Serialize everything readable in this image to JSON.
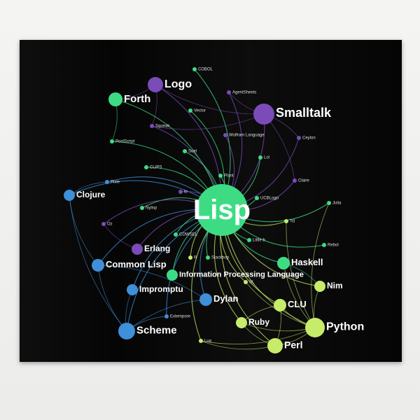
{
  "colors": {
    "background": "#050505",
    "green": "#3ddc84",
    "lime": "#c7ec6a",
    "purple": "#7b4bb8",
    "blue": "#3f8fd9"
  },
  "center": {
    "label": "Lisp"
  },
  "nodes": [
    {
      "id": "logo",
      "label": "Logo",
      "group": "purple"
    },
    {
      "id": "forth",
      "label": "Forth",
      "group": "green"
    },
    {
      "id": "smalltalk",
      "label": "Smalltalk",
      "group": "purple"
    },
    {
      "id": "clojure",
      "label": "Clojure",
      "group": "blue"
    },
    {
      "id": "erlang",
      "label": "Erlang",
      "group": "purple"
    },
    {
      "id": "commonlisp",
      "label": "Common Lisp",
      "group": "blue"
    },
    {
      "id": "ipl",
      "label": "Information Processing Language",
      "group": "green"
    },
    {
      "id": "impromptu",
      "label": "Impromptu",
      "group": "blue"
    },
    {
      "id": "dylan",
      "label": "Dylan",
      "group": "blue"
    },
    {
      "id": "scheme",
      "label": "Scheme",
      "group": "blue"
    },
    {
      "id": "haskell",
      "label": "Haskell",
      "group": "green"
    },
    {
      "id": "nim",
      "label": "Nim",
      "group": "lime"
    },
    {
      "id": "clu",
      "label": "CLU",
      "group": "lime"
    },
    {
      "id": "ruby",
      "label": "Ruby",
      "group": "lime"
    },
    {
      "id": "python",
      "label": "Python",
      "group": "lime"
    },
    {
      "id": "perl",
      "label": "Perl",
      "group": "lime"
    },
    {
      "id": "cobol",
      "label": "COBOL",
      "group": "green"
    },
    {
      "id": "agentsheets",
      "label": "AgentSheets",
      "group": "purple"
    },
    {
      "id": "vector",
      "label": "Vector",
      "group": "green"
    },
    {
      "id": "squeak",
      "label": "Squeak",
      "group": "purple"
    },
    {
      "id": "wolfram",
      "label": "Wolfram Language",
      "group": "purple"
    },
    {
      "id": "ceylon",
      "label": "Ceylon",
      "group": "purple"
    },
    {
      "id": "postscript",
      "label": "PostScript",
      "group": "green"
    },
    {
      "id": "suel",
      "label": "Suel",
      "group": "green"
    },
    {
      "id": "lol",
      "label": "Lol",
      "group": "green"
    },
    {
      "id": "clips",
      "label": "CLIPS",
      "group": "green"
    },
    {
      "id": "plant",
      "label": "Plant",
      "group": "green"
    },
    {
      "id": "claire",
      "label": "Claire",
      "group": "purple"
    },
    {
      "id": "pixie",
      "label": "Pixie",
      "group": "blue"
    },
    {
      "id": "julia",
      "label": "Julia",
      "group": "green"
    },
    {
      "id": "nylisp",
      "label": "Nylisp",
      "group": "green"
    },
    {
      "id": "uselogo",
      "label": "UCBLogo",
      "group": "green"
    },
    {
      "id": "lo",
      "label": "lo",
      "group": "purple"
    },
    {
      "id": "tcl",
      "label": "Tcl",
      "group": "lime"
    },
    {
      "id": "oz",
      "label": "Oz",
      "group": "purple"
    },
    {
      "id": "cowsel",
      "label": "COWSEL",
      "group": "green"
    },
    {
      "id": "rebol",
      "label": "Rebol",
      "group": "green"
    },
    {
      "id": "stackbop",
      "label": "Stackbop",
      "group": "green"
    },
    {
      "id": "r",
      "label": "R",
      "group": "lime"
    },
    {
      "id": "little",
      "label": "Little b",
      "group": "green"
    },
    {
      "id": "sl",
      "label": "SL",
      "group": "lime"
    },
    {
      "id": "extempore",
      "label": "Extempore",
      "group": "blue"
    },
    {
      "id": "lua",
      "label": "Lua",
      "group": "lime"
    }
  ]
}
